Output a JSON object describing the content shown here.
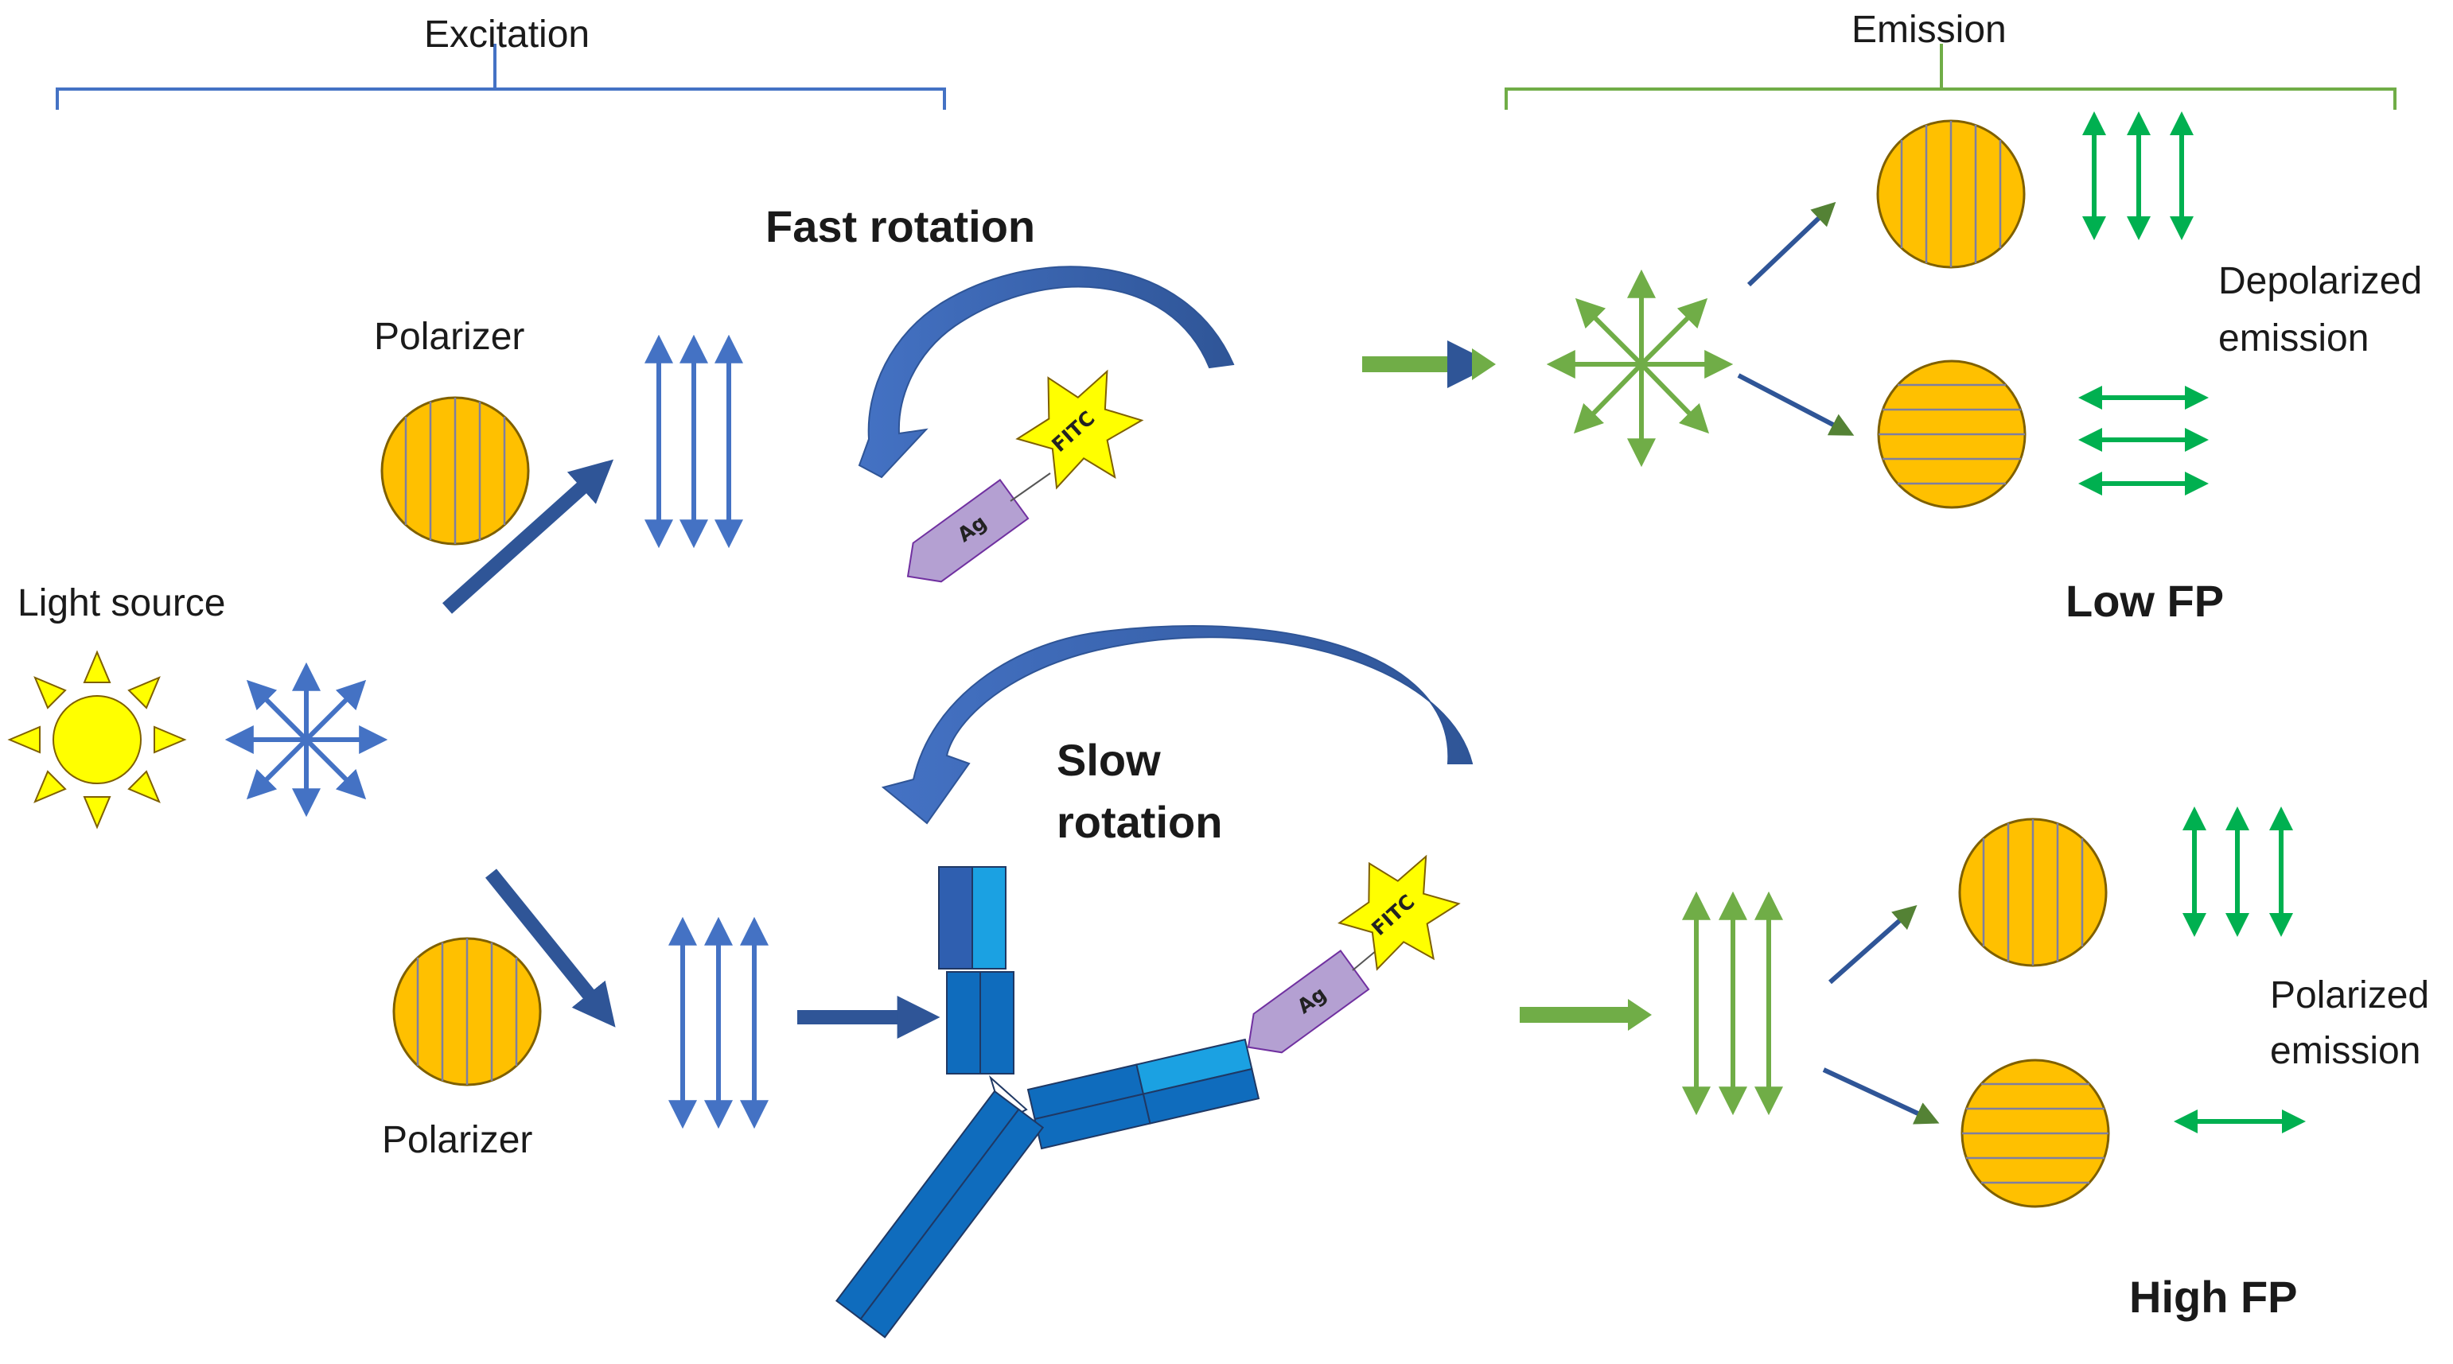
{
  "labels": {
    "excitation": "Excitation",
    "emission": "Emission",
    "fast_rotation": "Fast rotation",
    "slow_rotation_1": "Slow",
    "slow_rotation_2": "rotation",
    "polarizer_top": "Polarizer",
    "polarizer_bottom": "Polarizer",
    "light_source": "Light source",
    "depolarized_1": "Depolarized",
    "depolarized_2": "emission",
    "polarized_1": "Polarized",
    "polarized_2": "emission",
    "low_fp": "Low FP",
    "high_fp": "High FP",
    "ag_top": "Ag",
    "fitc_top": "FITC",
    "ag_bottom": "Ag",
    "fitc_bottom": "FITC"
  },
  "icons": [
    "sun-icon",
    "polarizer-filter-icon",
    "antibody-icon",
    "fitc-star-icon",
    "antigen-pentagon-icon",
    "curved-rotation-arrow-icon"
  ],
  "colors": {
    "excitation_blue": "#4472C4",
    "dark_blue_arrow": "#2F5597",
    "emission_green": "#70AD47",
    "bright_green": "#00B050",
    "filter_orange": "#FFC000",
    "fitc_yellow": "#FFFF00",
    "antigen_purple": "#B4A0D2",
    "antibody_blue": "#0F6CBD",
    "antibody_light": "#1BA1E2"
  }
}
